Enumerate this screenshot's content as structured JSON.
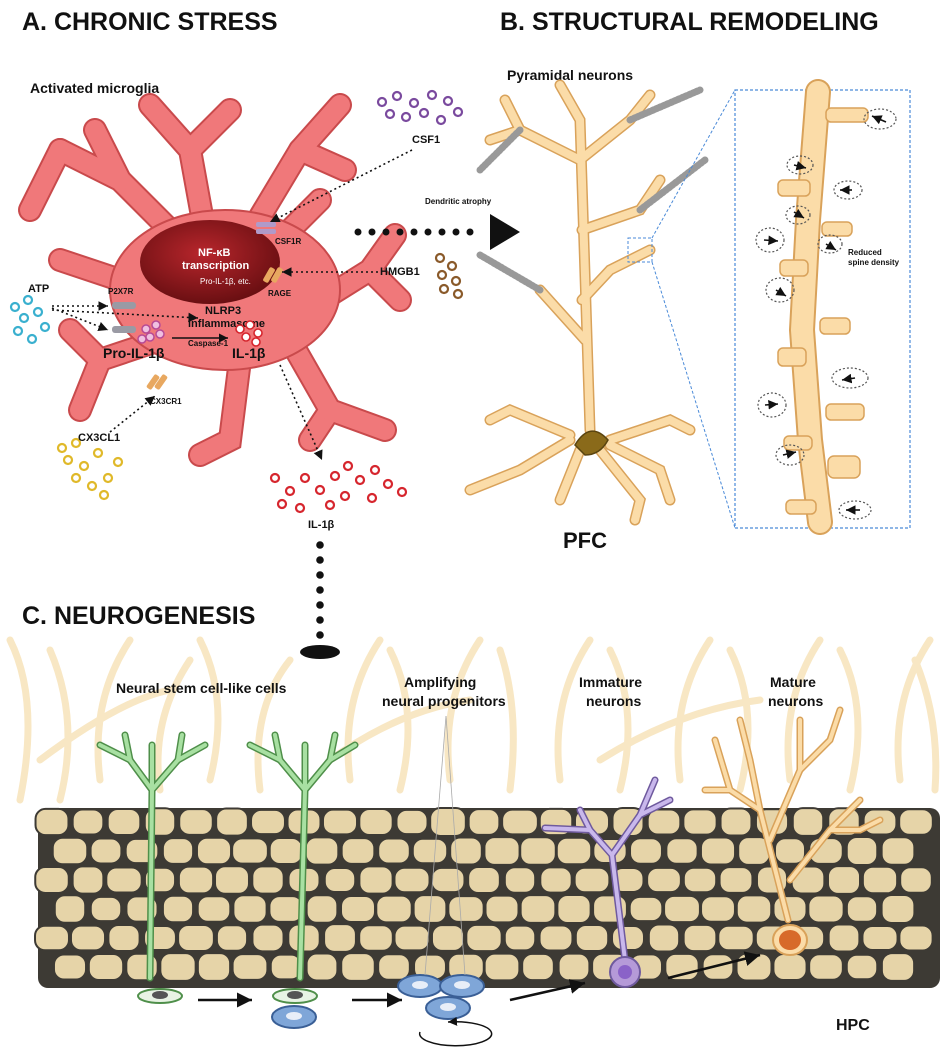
{
  "panel_a": {
    "title": "A.  CHRONIC STRESS",
    "microglia_label": "Activated microglia",
    "nfkb_line1": "NF-κB",
    "nfkb_line2": "transcription",
    "pro_il1b_etc": "Pro-IL-1β, etc.",
    "csf1": "CSF1",
    "csf1r": "CSF1R",
    "hmgb1": "HMGB1",
    "rage": "RAGE",
    "atp": "ATP",
    "p2x7r": "P2X7R",
    "nlrp3_line1": "NLRP3",
    "nlrp3_line2": "inflammasome",
    "caspase1": "Caspase-1",
    "pro_il1b": "Pro-IL-1β",
    "il1b_inside": "IL-1β",
    "cx3cr1": "CX3CR1",
    "cx3cl1": "CX3CL1",
    "il1b_released": "IL-1β"
  },
  "panel_b": {
    "title": "B.  STRUCTURAL REMODELING",
    "pyramidal_label": "Pyramidal neurons",
    "dendritic_atrophy": "Dendritic atrophy",
    "reduced_spine_line1": "Reduced",
    "reduced_spine_line2": "spine density",
    "pfc": "PFC"
  },
  "panel_c": {
    "title": "C. NEUROGENESIS",
    "stage1": "Neural stem cell-like cells",
    "stage2_line1": "Amplifying",
    "stage2_line2": "neural progenitors",
    "stage3_line1": "Immature",
    "stage3_line2": "neurons",
    "stage4_line1": "Mature",
    "stage4_line2": "neurons",
    "hpc": "HPC"
  },
  "colors": {
    "microglia": "#f0787a",
    "microglia_dark": "#c94a4c",
    "neuron_fill": "#fbdca8",
    "neuron_stroke": "#d9a25a",
    "stem_cell": "#7cc47a",
    "progenitor": "#7fa6d8",
    "immature": "#b59ad8",
    "mature_soma": "#d76a2a",
    "tissue": "#e6d4a8",
    "il1b": "#d6262e",
    "atp": "#3ab0cf",
    "csf1": "#7a4a9e",
    "hmgb1": "#8a5a2a",
    "cx3cl1": "#e0b92a"
  }
}
